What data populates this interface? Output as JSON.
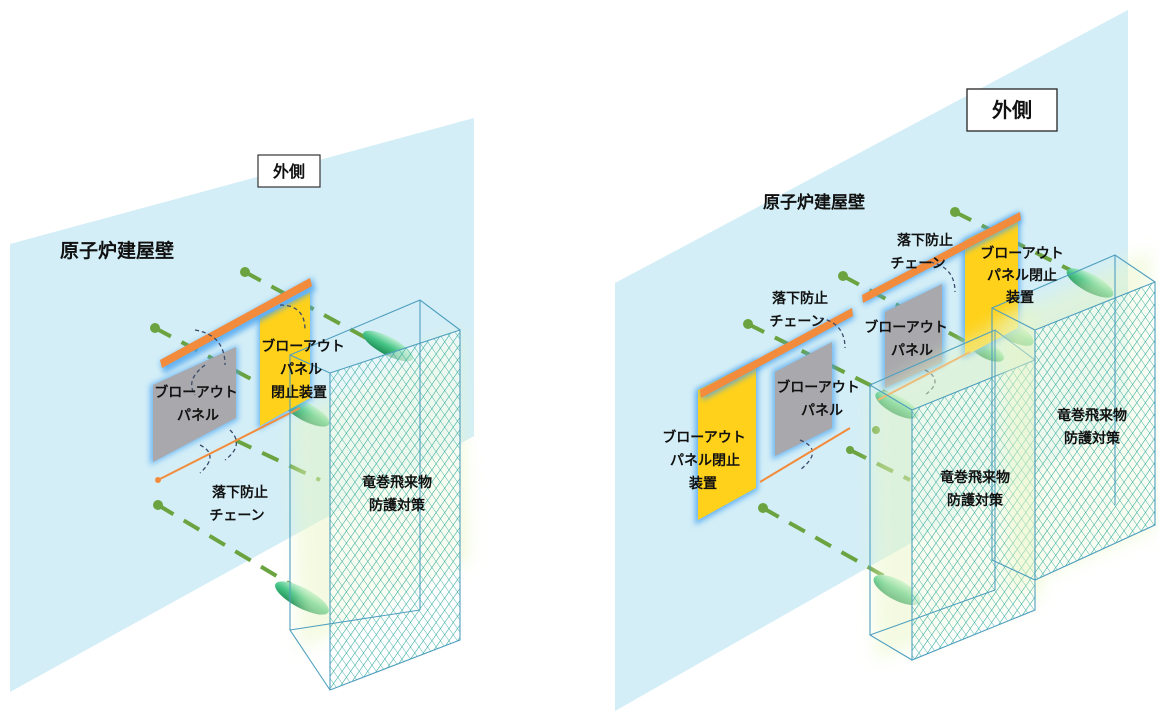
{
  "left": {
    "outside_label": "外側",
    "wall_label": "原子炉建屋壁",
    "blowout_panel": [
      "ブローアウト",
      "パネル"
    ],
    "closing_device": [
      "ブローアウト",
      "パネル",
      "閉止装置"
    ],
    "fall_prevention_chain": [
      "落下防止",
      "チェーン"
    ],
    "tornado_protection": [
      "竜巻飛来物",
      "防護対策"
    ]
  },
  "right": {
    "outside_label": "外側",
    "wall_label": "原子炉建屋壁",
    "chain_1": [
      "落下防止",
      "チェーン"
    ],
    "chain_2": [
      "落下防止",
      "チェーン"
    ],
    "closing_device_left": [
      "ブローアウト",
      "パネル閉止",
      "装置"
    ],
    "closing_device_right": [
      "ブローアウト",
      "パネル閉止",
      "装置"
    ],
    "blowout_panel_1": [
      "ブローアウト",
      "パネル"
    ],
    "blowout_panel_2": [
      "ブローアウト",
      "パネル"
    ],
    "tornado_protection_1": [
      "竜巻飛来物",
      "防護対策"
    ],
    "tornado_protection_2": [
      "竜巻飛来物",
      "防護対策"
    ]
  },
  "colors": {
    "wall": "#d3eef7",
    "closing_device": "#ffd11a",
    "glow": "#4aa3f0",
    "rail": "#f28c3c",
    "panel": "#a9a9ad",
    "green_dash": "#6aa33f",
    "cylinder": "#3fb77a",
    "net": "#2fa79b",
    "frame": "#4f9fbf"
  }
}
